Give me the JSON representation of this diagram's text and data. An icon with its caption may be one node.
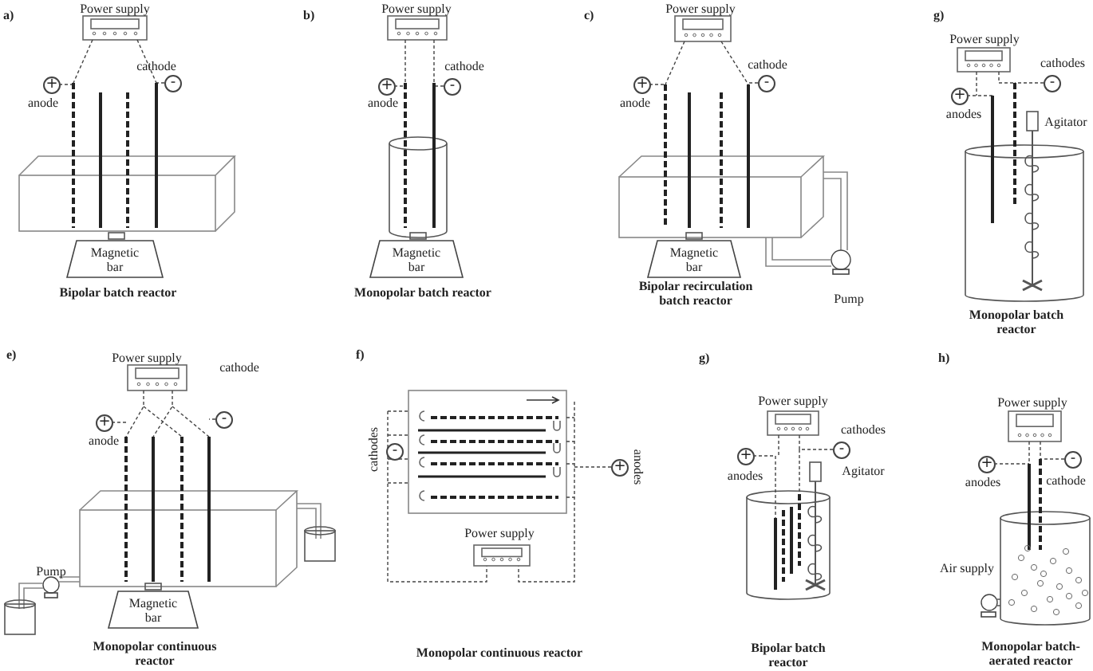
{
  "diagram": {
    "labels": [
      "a)",
      "Power supply",
      "cathode",
      "+",
      "-",
      "anode",
      "Magnetic bar",
      "Bipolar batch reactor",
      "b)",
      "Power supply",
      "cathode",
      "+",
      "-",
      "anode",
      "Magnetic bar",
      "Monopolar batch reactor",
      "c)",
      "Power supply",
      "cathode",
      "+",
      "-",
      "anode",
      "Magnetic bar",
      "Pump",
      "Bipolar recirculation batch reactor",
      "g)",
      "Power supply",
      "cathodes",
      "-",
      "+",
      "anodes",
      "Agitator",
      "Monopolar batch reactor",
      "e)",
      "Power supply",
      "cathode",
      "+",
      "-",
      "anode",
      "Pump",
      "Magnetic bar",
      "Monopolar continuous reactor",
      "f)",
      "cathodes",
      "-",
      "+",
      "anodes",
      "Power supply",
      "Monopolar continuous reactor",
      "g)",
      "Power supply",
      "cathodes",
      "+",
      "-",
      "anodes",
      "Agitator",
      "Bipolar batch reactor",
      "h)",
      "Power supply",
      "+",
      "-",
      "anodes",
      "cathode",
      "Air supply",
      "Monopolar batch-aerated reactor"
    ]
  }
}
